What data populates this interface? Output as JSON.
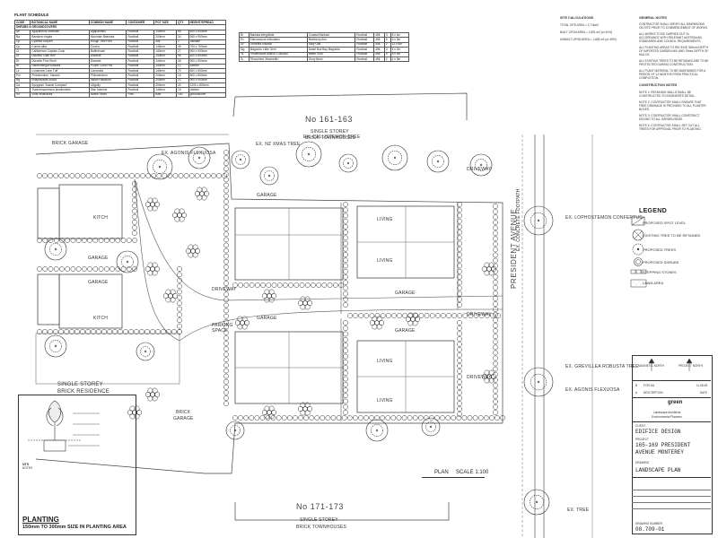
{
  "plant_schedule": {
    "title": "PLANT SCHEDULE",
    "headers": [
      "CODE",
      "BOTANICAL NAME",
      "COMMON NAME",
      "CONTAINER",
      "POT SIZE",
      "QTY",
      "HEIGHT/SPREAD"
    ],
    "section": "SHRUBS & GROUNDCOVERS",
    "rows": [
      [
        "Ae",
        "Agapanthus orientalis",
        "Agapanthus",
        "Rootball",
        "140mm",
        "55",
        "600 x 600mm"
      ],
      [
        "Ba",
        "Baeckea virgata",
        "Mountain Baeckea",
        "Rootball",
        "200mm",
        "34",
        "900 x 900mm"
      ],
      [
        "Cp",
        "Cyathea cooperi",
        "Rough Tree Fern",
        "Rootball",
        "45lt",
        "2",
        "Variable"
      ],
      [
        "Cp",
        "Correa alba",
        "Correa",
        "Rootball",
        "140mm",
        "45",
        "700 x 700mm"
      ],
      [
        "Ct",
        "Callistemon Captain Cook",
        "Bottlebrush",
        "Rootball",
        "140mm",
        "27",
        "900 x 900mm"
      ],
      [
        "Dl",
        "Dianella 'Little Rev'",
        "Dianella",
        "Rootball",
        "140mm",
        "56",
        "600 x 600mm"
      ],
      [
        "Df",
        "Dianella 'Flax Rush'",
        "Dianella",
        "Rootball",
        "140mm",
        "48",
        "500 x 500mm"
      ],
      [
        "Hr",
        "Hardenbergia violacea",
        "Purple Coral Pea",
        "Rootball",
        "140mm",
        "12",
        "climber"
      ],
      [
        "Ls",
        "Lomandra 'Lime Tuff'",
        "Lomandra",
        "Rootball",
        "140mm",
        "70",
        "600 x 600mm"
      ],
      [
        "Pm",
        "Philodendron 'Xanadu'",
        "Philodendron",
        "Rootball",
        "200mm",
        "18",
        "800 x 800mm"
      ],
      [
        "Rg",
        "Rhaphiolepis indica",
        "Indian Hawthorn",
        "Rootball",
        "200mm",
        "22",
        "900 x 900mm"
      ],
      [
        "Sa",
        "Syzygium 'Aussie Compact'",
        "Lillypilly",
        "Rootball",
        "200mm",
        "40",
        "1200 x 800mm"
      ],
      [
        "Tj",
        "Trachelospermum jasminoides",
        "Star Jasmine",
        "Rootball",
        "140mm",
        "16",
        "climber"
      ],
      [
        "Vh",
        "Viola hederacea",
        "Native Violet",
        "Pots",
        "tube",
        "150",
        "groundcover"
      ]
    ]
  },
  "trees_schedule": {
    "rows": [
      [
        "Bi",
        "Banksia integrifolia",
        "Coastal Banksia",
        "Rootball",
        "45lt",
        "3",
        "8 x 4m"
      ],
      [
        "Ec",
        "Elaeocarpus reticulatus",
        "Blueberry Ash",
        "Rootball",
        "45lt",
        "6",
        "6 x 3m"
      ],
      [
        "Gr",
        "Grevillea robusta",
        "Silky Oak",
        "Rootball",
        "45lt",
        "2",
        "12 x 6m"
      ],
      [
        "Mg",
        "Magnolia 'Little Gem'",
        "Dwarf Bull Bay Magnolia",
        "Rootball",
        "45lt",
        "4",
        "4 x 2m"
      ],
      [
        "Ts",
        "Tristaniopsis laurina 'Luscious'",
        "Water Gum",
        "Rootball",
        "45lt",
        "5",
        "8 x 4m"
      ],
      [
        "Tc",
        "Tibouchina 'Alstonville'",
        "Glory Bush",
        "Rootball",
        "45lt",
        "2",
        "4 x 3m"
      ]
    ]
  },
  "site_calculations": {
    "title": "SITE CALCULATIONS",
    "lines": [
      "TOTAL SITE AREA = 3,716m2",
      "BUILT UPON AREA = 1,891 m2 (or 51%)",
      "UNBUILT UPON AREA = 1,825 m2 (or 49%)"
    ]
  },
  "general_notes": {
    "title": "GENERAL NOTES",
    "paragraphs": [
      "CONTRACTOR SHALL VERIFY ALL DIMENSIONS ON SITE PRIOR TO COMMENCEMENT OF WORKS.",
      "ALL WORKS TO BE CARRIED OUT IN ACCORDANCE WITH RELEVANT AUSTRALIAN STANDARDS AND COUNCIL REQUIREMENTS.",
      "ALL PLANTING AREAS TO RECEIVE 300mm DEPTH OF IMPORTED GARDEN MIX AND 75mm DEPTH OF MULCH.",
      "ALL EXISTING TREES TO BE RETAINED ARE TO BE PROTECTED DURING CONSTRUCTION.",
      "ALL PLANT MATERIAL TO BE MAINTAINED FOR A PERIOD OF 12 MONTHS FROM PRACTICAL COMPLETION."
    ]
  },
  "construction_notes": {
    "title": "CONSTRUCTION NOTES",
    "notes": [
      "NOTE 1: RETAINING WALLS SHALL BE CONSTRUCTED TO ENGINEER'S DETAIL.",
      "NOTE 2: CONTRACTOR SHALL ENSURE THAT FREE DRAINAGE IS PROVIDED TO ALL PLANTER BOXES.",
      "NOTE 3: CONTRACTOR SHALL CONSTRUCT EDGING TO ALL GARDEN BEDS.",
      "NOTE 4: CONTRACTOR SHALL SET OUT ALL TREES FOR APPROVAL PRIOR TO PLANTING."
    ]
  },
  "legend": {
    "title": "LEGEND",
    "items": [
      "PROPOSED SPOT LEVEL",
      "EXISTING TREE TO BE RETAINED",
      "PROPOSED TREES",
      "PROPOSED SHRUBS",
      "STEPPING STONES",
      "LAWN AREA"
    ]
  },
  "plan_labels": {
    "no_top": "No 161-163",
    "top_sub1": "SINGLE STOREY",
    "top_sub2": "BRICK TOWNHOUSES",
    "brick_garage_top": "BRICK GARAGE",
    "brick_garage_mid": "BRICK",
    "brick_garage_mid2": "GARAGE",
    "single_storey_left": "SINGLE STOREY",
    "brick_residence": "BRICK RESIDENCE",
    "no_bottom": "No 171-173",
    "bottom_sub1": "SINGLE STOREY",
    "bottom_sub2": "BRICK TOWNHOUSES",
    "street": "PRESIDENT AVENUE",
    "driveway": "DRIVEWAY",
    "garage": "GARAGE",
    "kitch": "KITCH",
    "living": "LIVING",
    "parking_space": "PARKING SPACE",
    "plan": "PLAN",
    "scale": "SCALE 1:100",
    "ex_tree_1": "EX. AGONIS FLEXUOSA",
    "ex_tree_2": "EX. NZ XMAS TREE",
    "ex_tree_3": "EX. CALLISTEMON TREE",
    "ex_tree_4": "EX. LOPHOSTEMON CONFERTUS",
    "ex_tree_5": "EX. GREVILLEA ROBUSTA TREE",
    "ex_tree_6": "EX. AGONIS FLEXUOSA",
    "ex_tree_7": "EX. TREE",
    "ex_concrete": "EX. CONCRETE FOOTPATH"
  },
  "detail": {
    "title": "PLANTING",
    "subtitle": "150mm TO 300mm SIZE IN PLANTING AREA",
    "notes_title": "NTS",
    "notes_label": "NOTES"
  },
  "title_block": {
    "north1": "MAGNETIC NORTH",
    "north2": "PROJECT NORTH",
    "firm": "green",
    "firm_sub": "Landscape Architects",
    "firm_sub2": "Environmental Planners",
    "client_label": "CLIENT",
    "client": "EDIFICE DESIGN",
    "project_label": "PROJECT",
    "project_line1": "165-169 PRESIDENT",
    "project_line2": "AVENUE MONTEREY",
    "drawing_label": "DRAWING",
    "drawing": "LANDSCAPE PLAN",
    "drawing_number_label": "DRAWING NUMBER",
    "drawing_number": "08.709-01",
    "revision_rows": [
      [
        "B",
        "FOR DA",
        "11.08.08"
      ],
      [
        "A",
        "DESCRIPTION",
        "DATE"
      ]
    ]
  }
}
